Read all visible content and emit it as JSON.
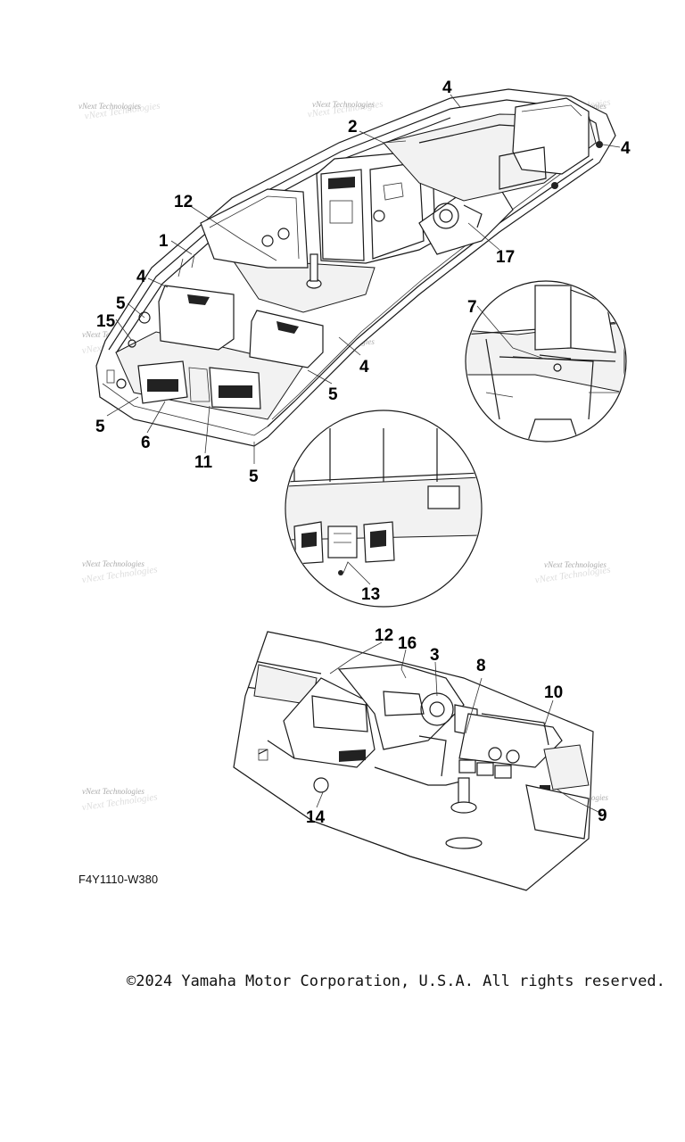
{
  "figure_code": "F4Y1110-W380",
  "copyright": "©2024 Yamaha Motor Corporation, U.S.A. All rights reserved.",
  "watermark": "vNext Technologies",
  "callouts": {
    "c1": "1",
    "c2": "2",
    "c3": "3",
    "c4a": "4",
    "c4b": "4",
    "c4c": "4",
    "c4d": "4",
    "c5a": "5",
    "c5b": "5",
    "c5c": "5",
    "c5d": "5",
    "c6": "6",
    "c7": "7",
    "c8": "8",
    "c9": "9",
    "c10": "10",
    "c11": "11",
    "c12a": "12",
    "c12b": "12",
    "c13": "13",
    "c14": "14",
    "c15": "15",
    "c16": "16",
    "c17": "17"
  }
}
